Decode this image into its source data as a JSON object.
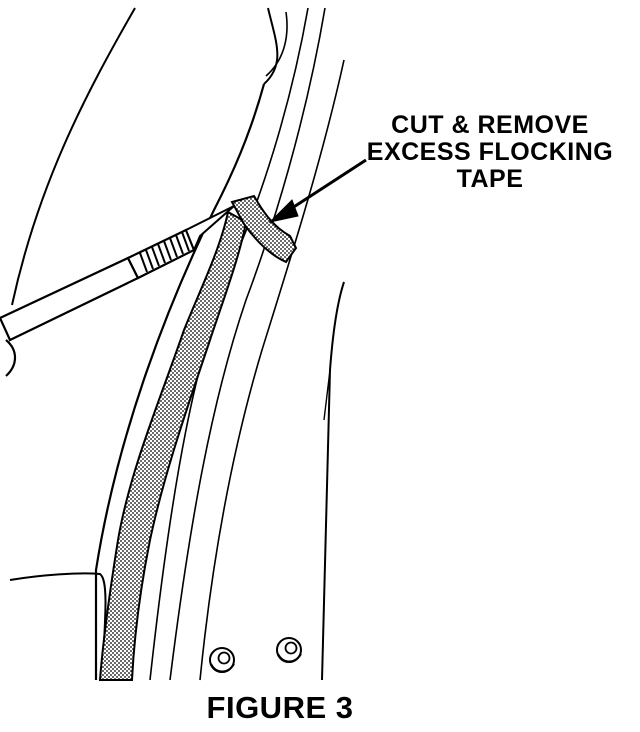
{
  "callout": {
    "line1": "CUT & REMOVE",
    "line2": "EXCESS FLOCKING",
    "line3": "TAPE"
  },
  "caption": "FIGURE 3",
  "colors": {
    "ink": "#000000",
    "paper": "#ffffff",
    "tape_fill": "#d9d9d9"
  }
}
